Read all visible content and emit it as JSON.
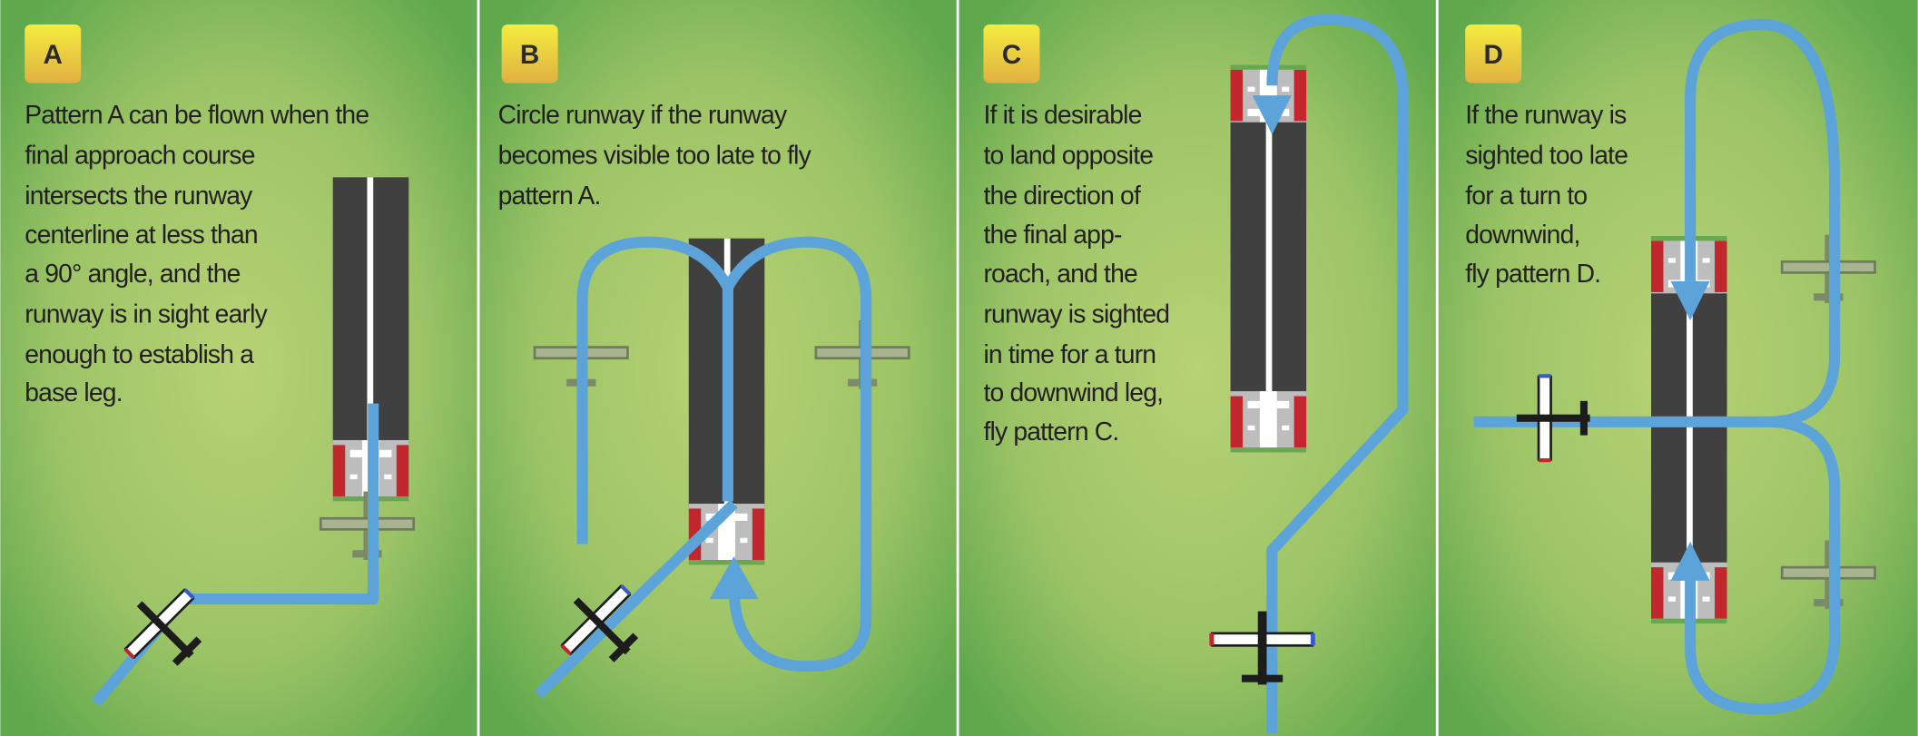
{
  "panels": [
    {
      "label": "A",
      "lines": [
        "Pattern A can be flown when the",
        "final approach course",
        "intersects the runway",
        "centerline at less than",
        "a 90° angle, and the",
        "runway is in sight early",
        "enough to establish a",
        "base leg."
      ]
    },
    {
      "label": "B",
      "lines": [
        "Circle runway if the runway",
        "becomes visible too late to fly",
        "pattern A."
      ]
    },
    {
      "label": "C",
      "lines": [
        "If it is desirable",
        "to land opposite",
        "the direction of",
        "the final app-",
        "roach, and the",
        "runway is sighted",
        "in time for a turn",
        "to downwind leg,",
        "fly pattern C."
      ]
    },
    {
      "label": "D",
      "lines": [
        "If the runway is",
        "sighted too late",
        "for a turn to",
        "downwind,",
        "fly pattern D."
      ]
    }
  ],
  "colors": {
    "grass_light": "#b5cf72",
    "grass_dark": "#5fa84c",
    "path": "#5ba3d9",
    "runway": "#404040",
    "threshold": "#c1272d",
    "badge_top": "#f6ec3f",
    "badge_bottom": "#e0b040"
  }
}
